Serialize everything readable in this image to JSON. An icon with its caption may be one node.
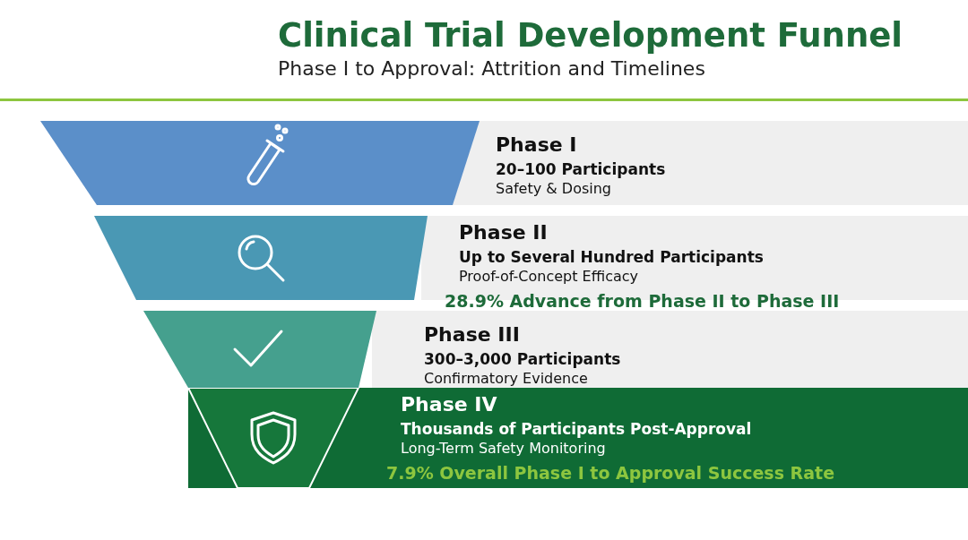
{
  "diagram": {
    "title": "Clinical Trial Development Funnel",
    "nodes": [
      {
        "text": [
          "Phase I",
          "20–100 Participants",
          "Safety & Dosing"
        ]
      },
      {
        "text": [
          "Phase II",
          "Up to Several Hundred Participants",
          "Proof-of-Concept Efficacy",
          "28.9% Advance from Phase II to Phase III"
        ]
      },
      {
        "text": [
          "Phase III",
          "300–3,000 Participants",
          "Confirmatory Evidence"
        ]
      },
      {
        "text": [
          "Phase IV",
          "Thousands of Participants Post-Approval",
          "Long-Term Safety Monitoring",
          "7.9% Overall Phase I to Approval Success Rate"
        ]
      }
    ],
    "labels": [
      "Phase I to Approval: Attrition and Timelines"
    ]
  }
}
